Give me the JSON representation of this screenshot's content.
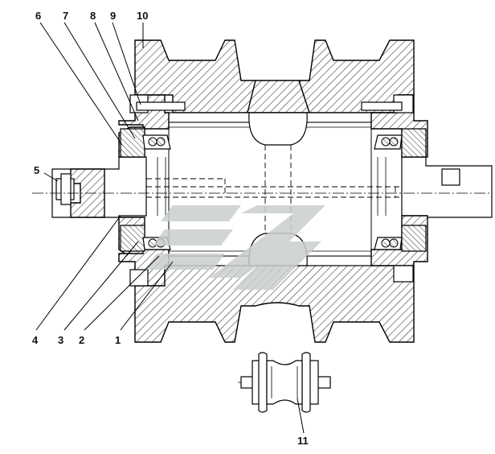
{
  "callouts": [
    {
      "label": "6"
    },
    {
      "label": "7"
    },
    {
      "label": "8"
    },
    {
      "label": "9"
    },
    {
      "label": "10"
    },
    {
      "label": "5"
    },
    {
      "label": "4"
    },
    {
      "label": "3"
    },
    {
      "label": "2"
    },
    {
      "label": "1"
    },
    {
      "label": "11"
    }
  ],
  "colors": {
    "line": "#000000",
    "watermark": "#c9cfcd",
    "background": "#ffffff"
  }
}
